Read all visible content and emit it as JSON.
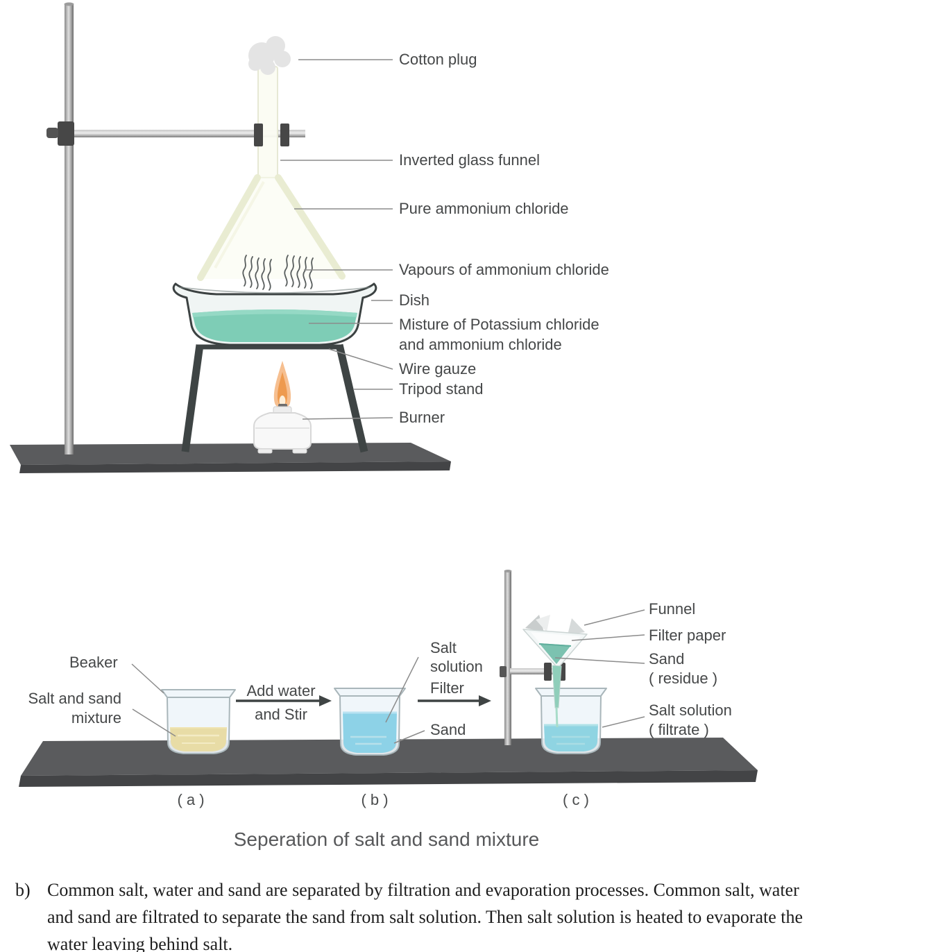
{
  "colors": {
    "dish_liquid": "#7ecdb6",
    "dish_liquid_surface": "#95d9c5",
    "sand_salt_mixture": "#e8dca6",
    "salt_solution_blue": "#8dd2e7",
    "filtrate_blue": "#8fd4e2",
    "residue_green": "#7cc2b0",
    "flame_outer": "#f6bc8a",
    "flame_inner": "#ee9a4e",
    "bench_top": "#5a5b5d",
    "bench_front": "#434446"
  },
  "sublimation_diagram": {
    "labels": {
      "cotton_plug": "Cotton plug",
      "inverted_glass_funnel": "Inverted glass funnel",
      "pure_ammonium_chloride": "Pure ammonium chloride",
      "vapours": "Vapours of ammonium chloride",
      "dish": "Dish",
      "mixture_line1": "Misture of Potassium chloride",
      "mixture_line2": "and ammonium chloride",
      "wire_gauze": "Wire gauze",
      "tripod_stand": "Tripod stand",
      "burner": "Burner"
    }
  },
  "separation_diagram": {
    "labels": {
      "beaker": "Beaker",
      "salt_sand_line1": "Salt and sand",
      "salt_sand_line2": "mixture",
      "add_water_line1": "Add water",
      "add_water_line2": "and Stir",
      "salt_solution_line1": "Salt",
      "salt_solution_line2": "solution",
      "filter": "Filter",
      "sand": "Sand",
      "funnel": "Funnel",
      "filter_paper": "Filter paper",
      "residue_line1": "Sand",
      "residue_line2": "( residue )",
      "filtrate_line1": "Salt solution",
      "filtrate_line2": "( filtrate )"
    },
    "panel_labels": {
      "a": "( a )",
      "b": "( b )",
      "c": "( c )"
    },
    "caption": "Seperation of salt and sand mixture"
  },
  "body_text": {
    "marker": "b)",
    "lines": [
      "Common salt, water and sand are separated by filtration and evaporation processes. Common salt, water",
      "and sand are filtrated to separate the sand from salt solution. Then salt solution is heated to evaporate the",
      "water leaving behind salt."
    ]
  }
}
